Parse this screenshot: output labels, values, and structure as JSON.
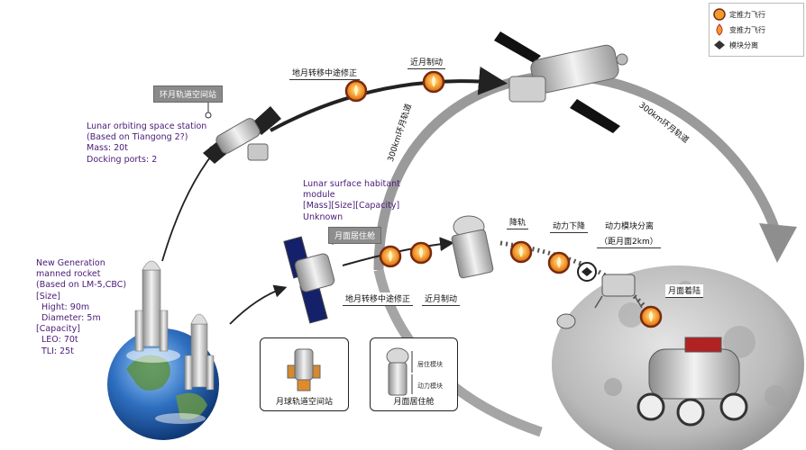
{
  "legend": {
    "fixed_thrust": "定推力飞行",
    "variable_thrust": "变推力飞行",
    "module_separation": "模块分离"
  },
  "station_tag": "环月轨道空间站",
  "station_note": {
    "line1": "Lunar orbiting space station",
    "line2": "(Based on Tiangong 2?)",
    "line3": "Mass: 20t",
    "line4": "Docking ports: 2"
  },
  "rocket_note": {
    "line1": "New Generation",
    "line2": "manned rocket",
    "line3": "(Based on LM-5,CBC)",
    "line4": "[Size]",
    "line5": "Hight: 90m",
    "line6": "Diameter: 5m",
    "line7": "[Capacity]",
    "line8": "LEO: 70t",
    "line9": "TLI: 25t"
  },
  "habitat_note": {
    "line1": "Lunar surface habitant",
    "line2": "module",
    "line3": "[Mass][Size][Capacity]",
    "line4": "Unknown"
  },
  "habitat_tag": "月面居住舱",
  "upper_path": {
    "tcm": "地月转移中途修正",
    "braking": "近月制动"
  },
  "lower_path": {
    "tcm": "地月转移中途修正",
    "braking": "近月制动",
    "lower_orbit": "降轨",
    "powered_descent": "动力下降",
    "module_sep": "动力模块分离",
    "module_sep_alt": "（距月面2km）",
    "landing": "月面着陆"
  },
  "orbit_label_left": "300km环月轨道",
  "orbit_label_right": "300km环月轨道",
  "panel_station_caption": "月球轨道空间站",
  "panel_habitat_caption": "月面居住舱",
  "panel_habitat_upper": "居住模块",
  "panel_habitat_lower": "动力模块",
  "colors": {
    "note_text": "#4a1a78",
    "burn_fill": "#f39a2e",
    "burn_ring": "#7a2a10",
    "orbit_gray": "#9a9a9a"
  }
}
